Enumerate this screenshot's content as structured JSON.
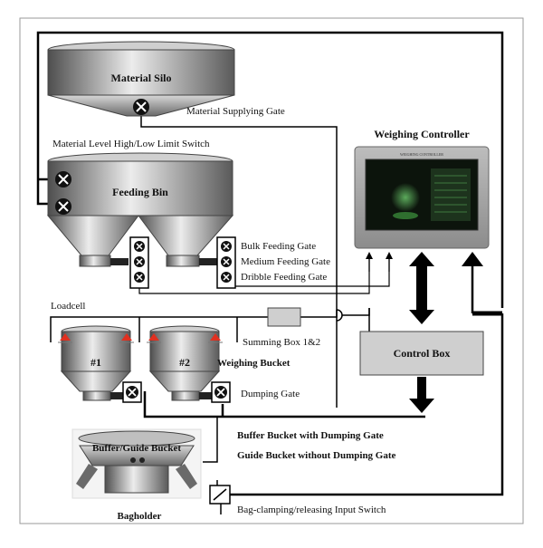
{
  "labels": {
    "material_silo": "Material Silo",
    "material_supplying_gate": "Material Supplying Gate",
    "level_switch": "Material Level High/Low Limit Switch",
    "feeding_bin": "Feeding Bin",
    "bulk_gate": "Bulk Feeding Gate",
    "medium_gate": "Medium Feeding Gate",
    "dribble_gate": "Dribble Feeding Gate",
    "loadcell": "Loadcell",
    "summing_box": "Summing Box 1&2",
    "bucket_1": "#1",
    "bucket_2": "#2",
    "weighing_bucket": "Weighing Bucket",
    "dumping_gate": "Dumping Gate",
    "weighing_controller": "Weighing Controller",
    "controller_screen_header": "WEIGHING CONTROLLER",
    "control_box": "Control Box",
    "buffer_bucket_line1": "Buffer Bucket with Dumping Gate",
    "buffer_bucket_line2": "Guide Bucket without Dumping Gate",
    "buffer_guide_bucket": "Buffer/Guide Bucket",
    "bagholder": "Bagholder",
    "bag_switch": "Bag-clamping/releasing Input Switch"
  },
  "colors": {
    "line": "#000000",
    "metal_dark": "#5a5a5a",
    "metal_light": "#e4e4e4",
    "control_box_fill": "#cfcfcf",
    "loadcell_red": "#e03020",
    "screen": "#0c140c"
  }
}
